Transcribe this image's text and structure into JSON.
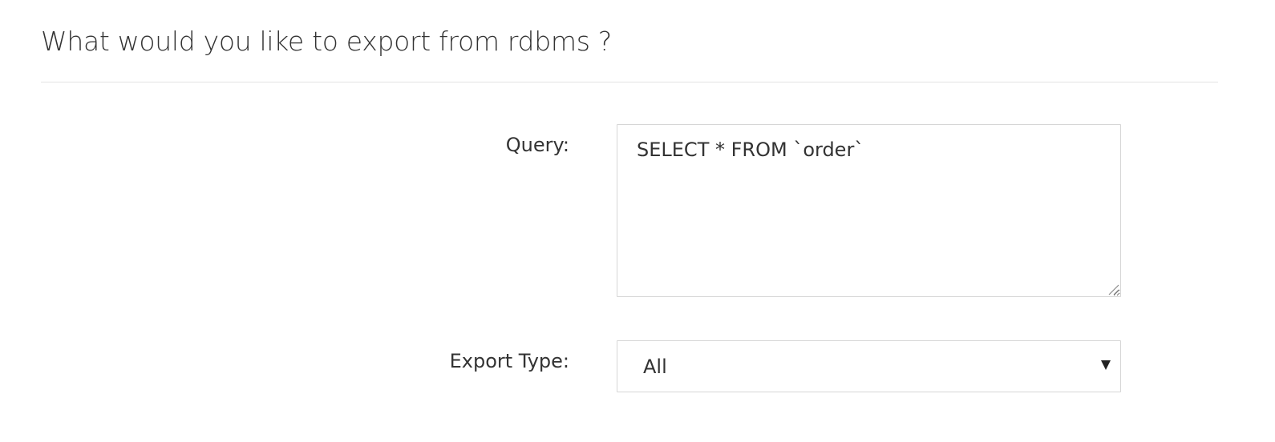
{
  "header": {
    "title": "What would you like to export from rdbms ?"
  },
  "form": {
    "query": {
      "label": "Query:",
      "value": "SELECT * FROM `order`"
    },
    "export_type": {
      "label": "Export Type:",
      "selected": "All",
      "icon": "chevron-down-icon"
    }
  }
}
